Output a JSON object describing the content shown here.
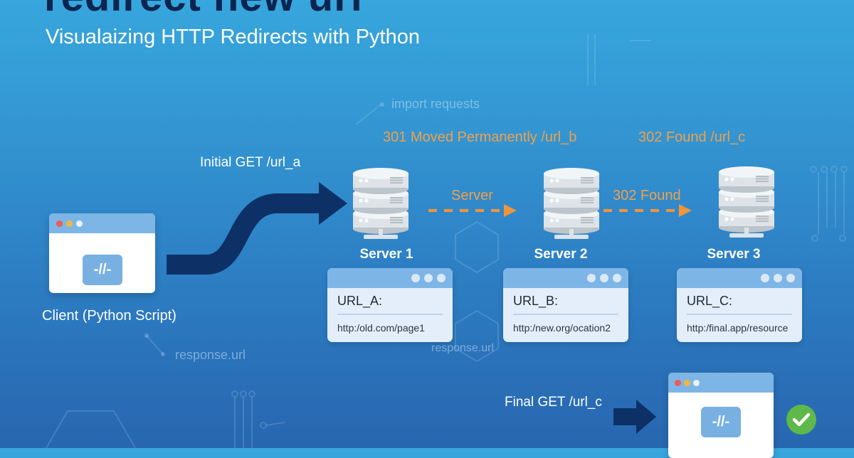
{
  "header": {
    "title": "redirect new url",
    "subtitle": "Visualaizing HTTP Redirects with Python"
  },
  "client": {
    "label": "Client (Python Script)",
    "code_glyph": "-//-",
    "window_dots": [
      "#ee5a5a",
      "#f3b83a",
      "#eaf2fb"
    ]
  },
  "flow": {
    "initial_request": "Initial GET /url_a",
    "redirect_1_status": "301 Moved Permanently /url_b",
    "redirect_1_arrow_label": "Server",
    "redirect_2_status": "302 Found /url_c",
    "redirect_2_arrow_label": "302 Found",
    "final_request": "Final GET /url_c"
  },
  "servers": [
    {
      "name": "Server 1",
      "url_key": "URL_A:",
      "url_value": "http:/old.com/page1"
    },
    {
      "name": "Server 2",
      "url_key": "URL_B:",
      "url_value": "http:/new.org/ocation2"
    },
    {
      "name": "Server 3",
      "url_key": "URL_C:",
      "url_value": "http:/final.app/resource"
    }
  ],
  "code_hints": {
    "import": "import requests",
    "response_url_left": "response.url",
    "response_url_center": "response.url"
  },
  "final": {
    "status_icon": "check-circle-icon",
    "code_glyph": "-//-"
  },
  "colors": {
    "accent_orange": "#f2a04a",
    "arrow_navy": "#0d3166",
    "success_green": "#5fb84a"
  }
}
